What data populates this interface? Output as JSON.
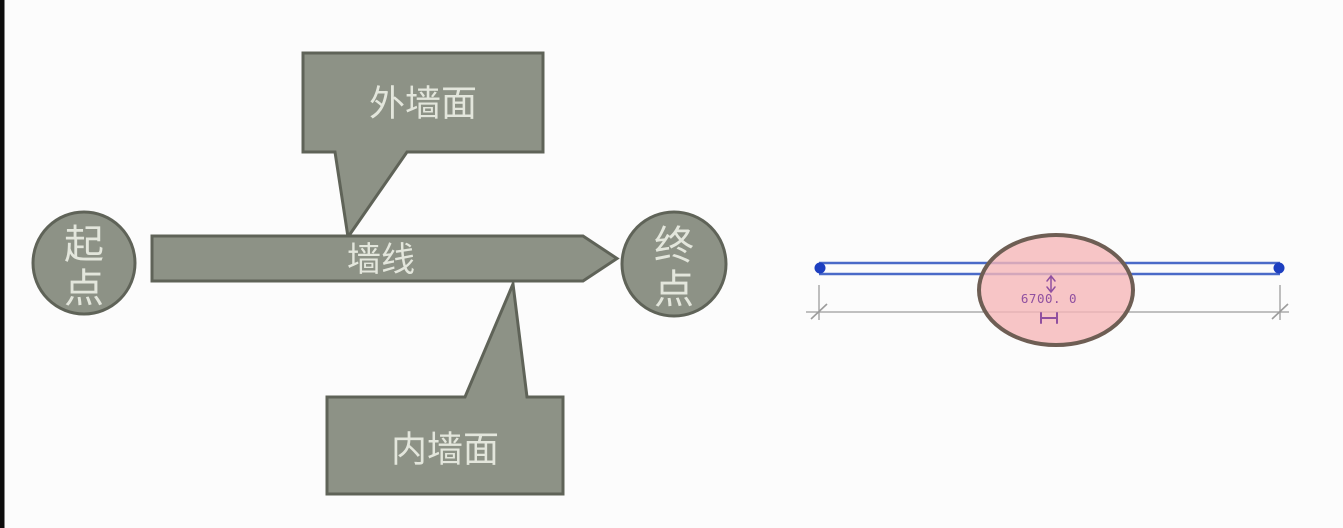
{
  "canvas": {
    "background": "#fcfcfc",
    "edge_bar_color": "#0d0d0d"
  },
  "wall_direction_diagram": {
    "colors": {
      "fill": "#8d9286",
      "border": "#5f6358",
      "text": "#e3e6dc"
    },
    "start_point": {
      "label": "起点",
      "chars": [
        "起",
        "点"
      ]
    },
    "end_point": {
      "label": "终点",
      "chars": [
        "终",
        "点"
      ]
    },
    "wall_line": {
      "label": "墙线"
    },
    "outer_face_callout": {
      "label": "外墙面"
    },
    "inner_face_callout": {
      "label": "内墙面"
    }
  },
  "wall_plan_drawing": {
    "dimension_value": "6700. 0",
    "colors": {
      "wall_line": "#4a6ac8",
      "endpoint_dot": "#1d3fc0",
      "dimension_line": "#9c9c9c",
      "annotation": "#9050a0",
      "highlight_fill": "#f5b6b8",
      "highlight_border": "#6e5e54"
    }
  }
}
